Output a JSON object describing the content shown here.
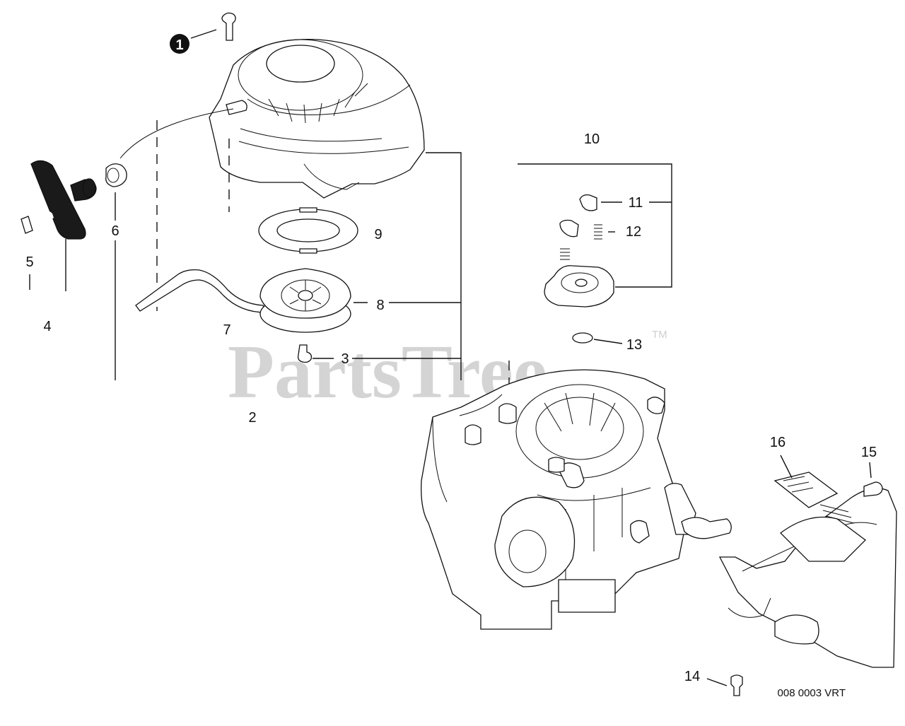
{
  "watermark": {
    "text": "PartsTree",
    "mark": "TM"
  },
  "diagram_code": "008 0003 VRT",
  "callouts": {
    "c1": "1",
    "c2": "2",
    "c3": "3",
    "c4": "4",
    "c5": "5",
    "c6": "6",
    "c7": "7",
    "c8": "8",
    "c9": "9",
    "c10": "10",
    "c11": "11",
    "c12": "12",
    "c13": "13",
    "c14": "14",
    "c15": "15",
    "c16": "16"
  }
}
